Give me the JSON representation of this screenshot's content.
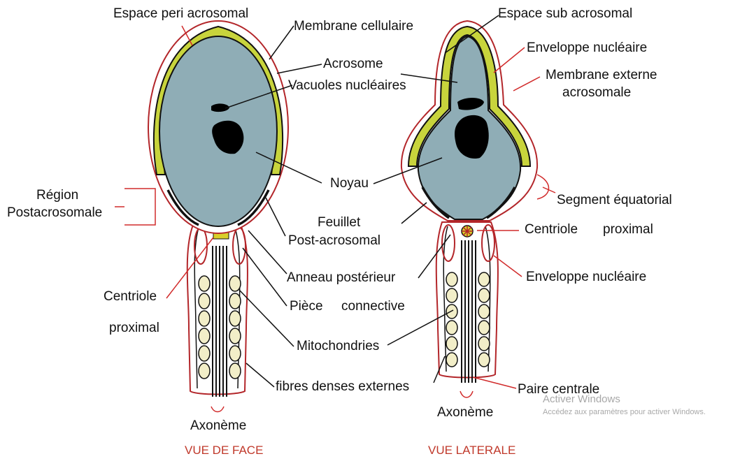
{
  "colors": {
    "nucleus": "#8fadb6",
    "acrosome": "#c8d43c",
    "membrane": "#b3262a",
    "mitochondria": "#f2eec8",
    "vacuole": "#000000",
    "view_label": "#c0392b"
  },
  "labels": {
    "espace_peri": "Espace peri acrosomal",
    "membrane_cellulaire": "Membrane cellulaire",
    "acrosome": "Acrosome",
    "vacuoles": "Vacuoles nucléaires",
    "noyau": "Noyau",
    "region": "Région",
    "postacrosomale": "Postacrosomale",
    "feuillet_1": "Feuillet",
    "feuillet_2": "Post-acrosomal",
    "anneau": "Anneau postérieur",
    "piece": "Pièce",
    "connective": "connective",
    "centriole_left": "Centriole",
    "proximal_left": "proximal",
    "mitochondries": "Mitochondries",
    "fibres": "fibres denses externes",
    "axoneme_left": "Axonème",
    "espace_sub": "Espace sub acrosomal",
    "enveloppe_top": "Enveloppe nucléaire",
    "membrane_externe_1": "Membrane externe",
    "membrane_externe_2": "acrosomale",
    "segment": "Segment équatorial",
    "centriole_right": "Centriole",
    "proximal_right": "proximal",
    "enveloppe_bottom": "Enveloppe nucléaire",
    "paire": "Paire centrale",
    "axoneme_right": "Axonème"
  },
  "views": {
    "face": "VUE DE FACE",
    "laterale": "VUE LATERALE"
  },
  "watermark": {
    "title": "Activer Windows",
    "subtitle": "Accédez aux paramètres pour activer Windows."
  }
}
